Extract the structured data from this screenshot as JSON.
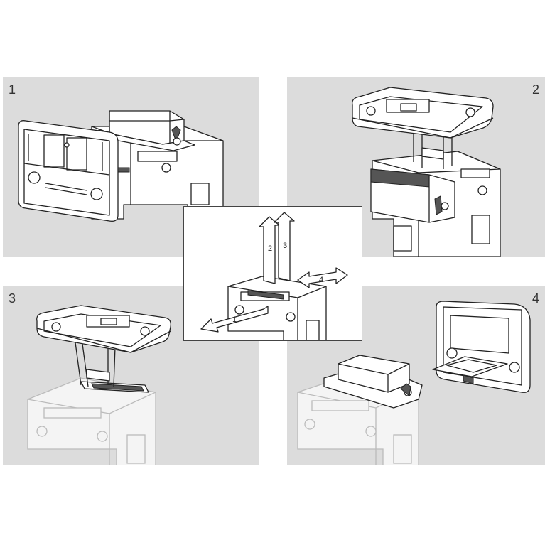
{
  "steps": [
    {
      "number": "1"
    },
    {
      "number": "2"
    },
    {
      "number": "3"
    },
    {
      "number": "4"
    }
  ],
  "center_arrows": [
    {
      "label": "1"
    },
    {
      "label": "2"
    },
    {
      "label": "3"
    },
    {
      "label": "4"
    }
  ],
  "colors": {
    "panel_background": "#dcdcdc",
    "line": "#222222",
    "ghost_line": "#bbbbbb"
  }
}
